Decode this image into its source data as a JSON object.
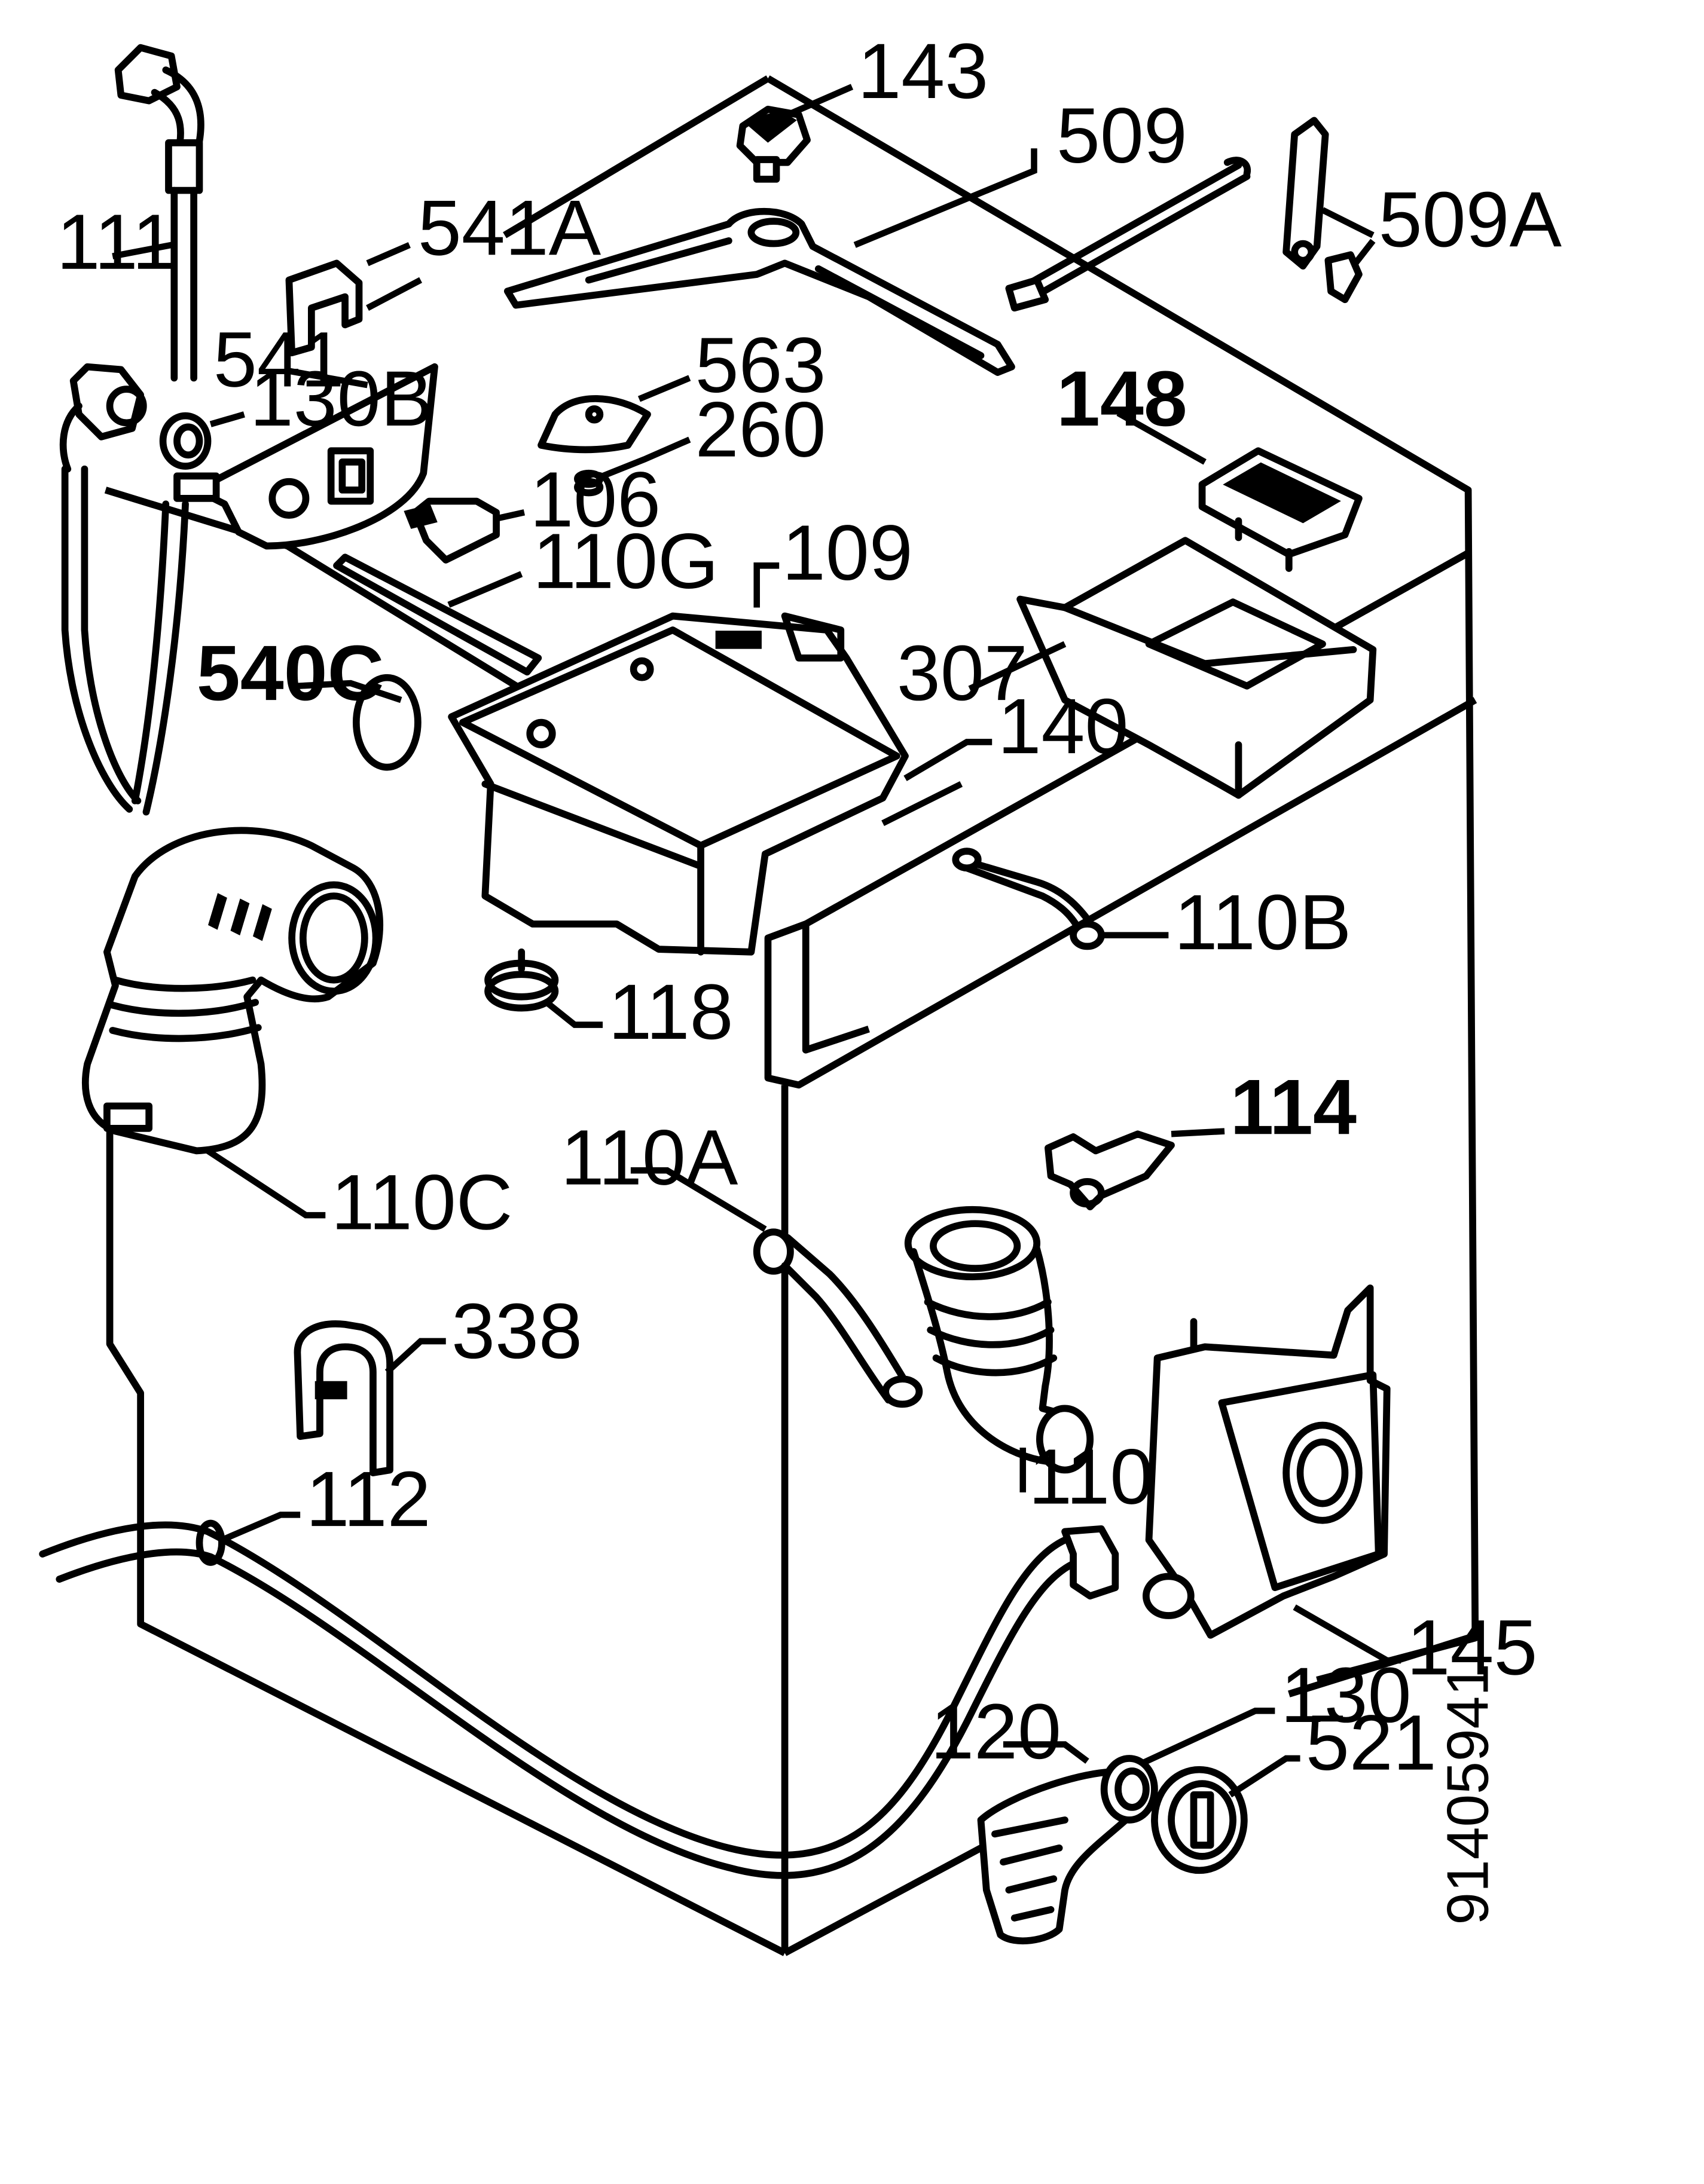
{
  "callouts": {
    "c111": "111",
    "c541a": "541A",
    "c541": "541",
    "c130b": "130B",
    "c143": "143",
    "c509": "509",
    "c509a": "509A",
    "c563": "563",
    "c260": "260",
    "c106": "106",
    "c148": "148",
    "c110g": "110G",
    "c109": "109",
    "c540c": "540C",
    "c307": "307",
    "c140": "140",
    "c110b": "110B",
    "c118": "118",
    "c114": "114",
    "c110a": "110A",
    "c110c": "110C",
    "c338": "338",
    "c110": "110",
    "c112": "112",
    "c145": "145",
    "c130": "130",
    "c120": "120",
    "c521": "521"
  },
  "drawing_number": "91405941"
}
